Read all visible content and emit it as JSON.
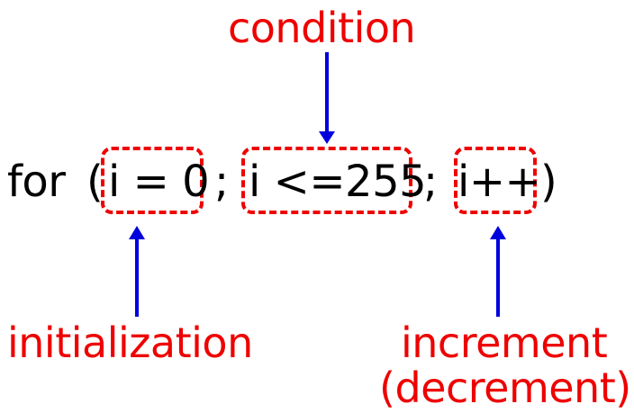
{
  "labels": {
    "condition": "condition",
    "initialization": "initialization",
    "increment": "increment",
    "decrement": "(decrement)"
  },
  "code": {
    "keyword": "for",
    "open_paren": "(",
    "init_expr": "i = 0",
    "sep1": ";",
    "cond_expr": "i <=255",
    "sep2": ";",
    "incr_expr": "i++",
    "close_paren": ")"
  },
  "colors": {
    "label": "#ee0000",
    "code": "#000000",
    "box": "#ee0000",
    "arrow": "#0000dd"
  }
}
